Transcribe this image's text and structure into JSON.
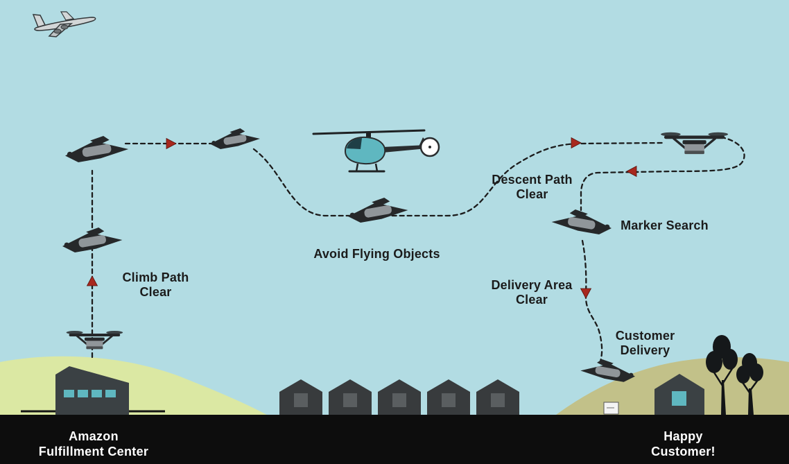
{
  "annotations": {
    "climb_path": [
      "Climb Path",
      "Clear"
    ],
    "avoid_flying_objects": [
      "Avoid Flying Objects"
    ],
    "descent_path": [
      "Descent Path",
      "Clear"
    ],
    "marker_search": [
      "Marker Search"
    ],
    "delivery_area": [
      "Delivery Area",
      "Clear"
    ],
    "customer_delivery": [
      "Customer",
      "Delivery"
    ]
  },
  "footer": {
    "left": [
      "Amazon",
      "Fulfillment Center"
    ],
    "right": [
      "Happy",
      "Customer!"
    ]
  },
  "colors": {
    "sky": "#b2dce3",
    "hill_left": "#dbe8a3",
    "hill_right": "#c2c189",
    "footer_bar": "#0d0d0d",
    "path": "#1c1c1c",
    "arrow": "#a8281e",
    "teal": "#5fb7c0",
    "building": "#3b4144",
    "house": "#383b3d",
    "drone_dark": "#26282a",
    "drone_gray": "#90969a",
    "text": "#1b1b1b",
    "footer_text": "#ffffff"
  },
  "icons": {
    "airplane": "airplane-icon",
    "helicopter": "helicopter-icon",
    "drones": [
      "drone-takeoff-icon",
      "drone-climb-low-icon",
      "drone-climb-high-icon",
      "drone-cruise-icon",
      "drone-avoid-icon",
      "drone-descent-icon",
      "drone-marker-search-icon",
      "drone-delivery-icon"
    ],
    "scenery": [
      "fulfillment-center-icon",
      "neighborhood-houses-icon",
      "customer-house-icon",
      "package-icon",
      "trees-icon"
    ]
  }
}
